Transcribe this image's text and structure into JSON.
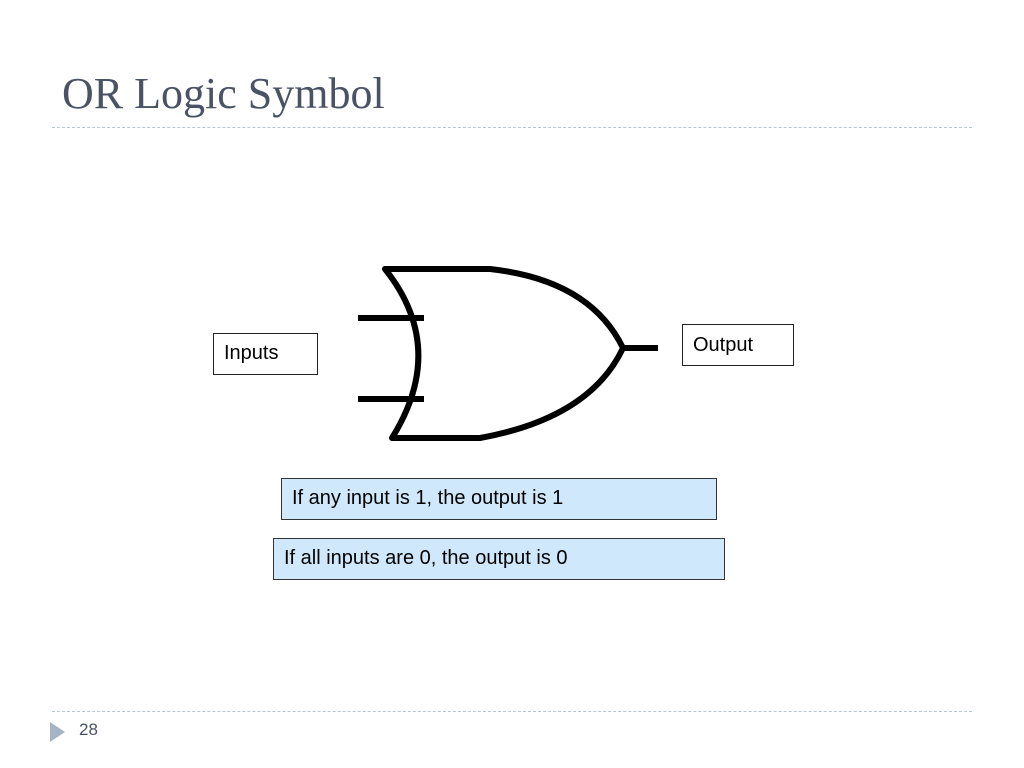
{
  "slide": {
    "title": "OR Logic Symbol",
    "page_number": "28"
  },
  "diagram": {
    "gate_icon": "or-gate-icon",
    "inputs_label": "Inputs",
    "output_label": "Output"
  },
  "rules": {
    "any_one": "If any input is 1, the output is 1",
    "all_zero": "If all inputs are 0, the output is 0"
  },
  "colors": {
    "title": "#4a5266",
    "rule_box_fill": "#cfe8fb",
    "divider": "#b8c4d2",
    "page_arrow": "#a7b4c8"
  }
}
